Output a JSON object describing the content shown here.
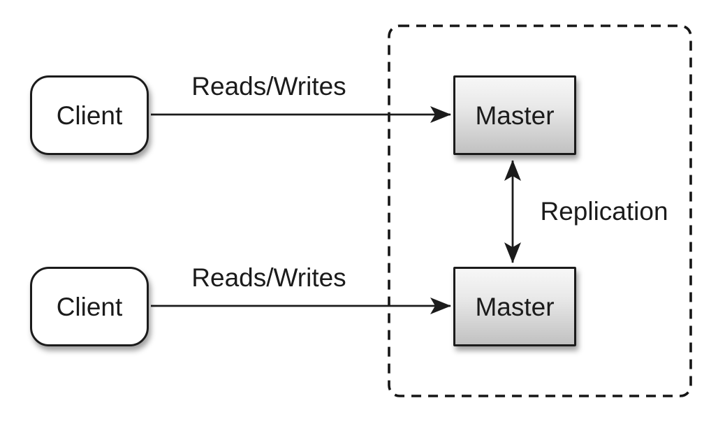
{
  "diagram": {
    "nodes": {
      "client_top": {
        "label": "Client"
      },
      "client_bottom": {
        "label": "Client"
      },
      "master_top": {
        "label": "Master"
      },
      "master_bottom": {
        "label": "Master"
      }
    },
    "edges": {
      "reads_writes_top": {
        "label": "Reads/Writes"
      },
      "reads_writes_bottom": {
        "label": "Reads/Writes"
      },
      "replication": {
        "label": "Replication"
      }
    },
    "colors": {
      "background": "#ffffff",
      "stroke": "#1b1b1b",
      "text": "#1b1b1b",
      "client_fill": "#ffffff",
      "master_gradient_top": "#f7f7f7",
      "master_gradient_bottom": "#c1c1c1"
    }
  }
}
